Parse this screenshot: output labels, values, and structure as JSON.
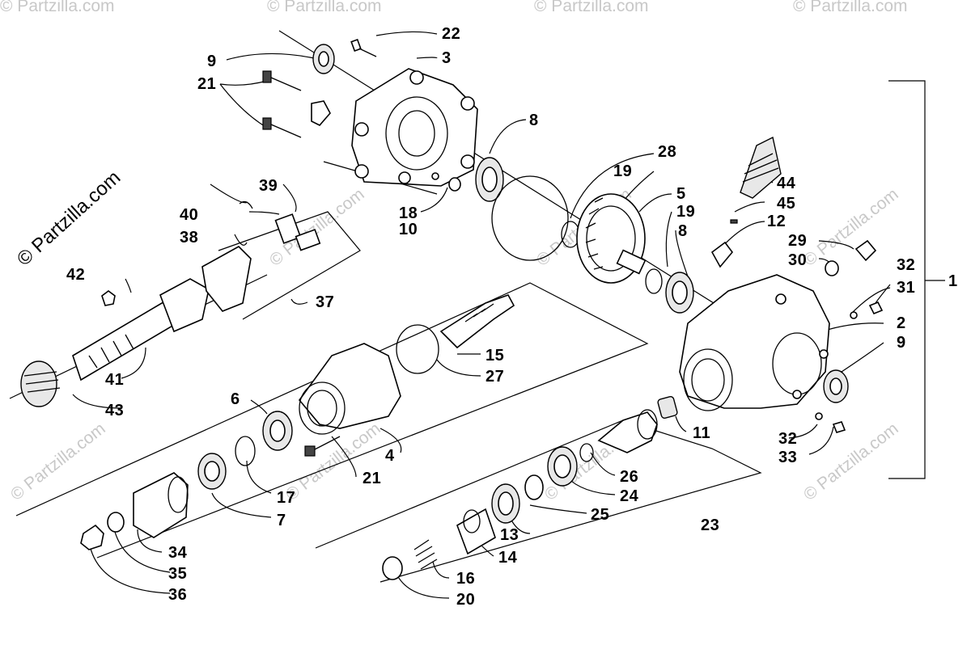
{
  "watermarks": {
    "main": "© Partzilla.com",
    "faint": "© Partzilla.com"
  },
  "callouts": {
    "c1": "1",
    "c2": "2",
    "c3": "3",
    "c4": "4",
    "c5": "5",
    "c6": "6",
    "c7": "7",
    "c8a": "8",
    "c8b": "8",
    "c9a": "9",
    "c9b": "9",
    "c10": "10",
    "c11": "11",
    "c12": "12",
    "c13": "13",
    "c14": "14",
    "c15": "15",
    "c16": "16",
    "c17": "17",
    "c18": "18",
    "c19a": "19",
    "c19b": "19",
    "c20": "20",
    "c21a": "21",
    "c21b": "21",
    "c22": "22",
    "c23": "23",
    "c24": "24",
    "c25": "25",
    "c26": "26",
    "c27": "27",
    "c28": "28",
    "c29": "29",
    "c30": "30",
    "c31": "31",
    "c32a": "32",
    "c32b": "32",
    "c33": "33",
    "c34": "34",
    "c35": "35",
    "c36": "36",
    "c37": "37",
    "c38": "38",
    "c39": "39",
    "c40": "40",
    "c41": "41",
    "c42": "42",
    "c43": "43",
    "c44": "44",
    "c45": "45"
  }
}
